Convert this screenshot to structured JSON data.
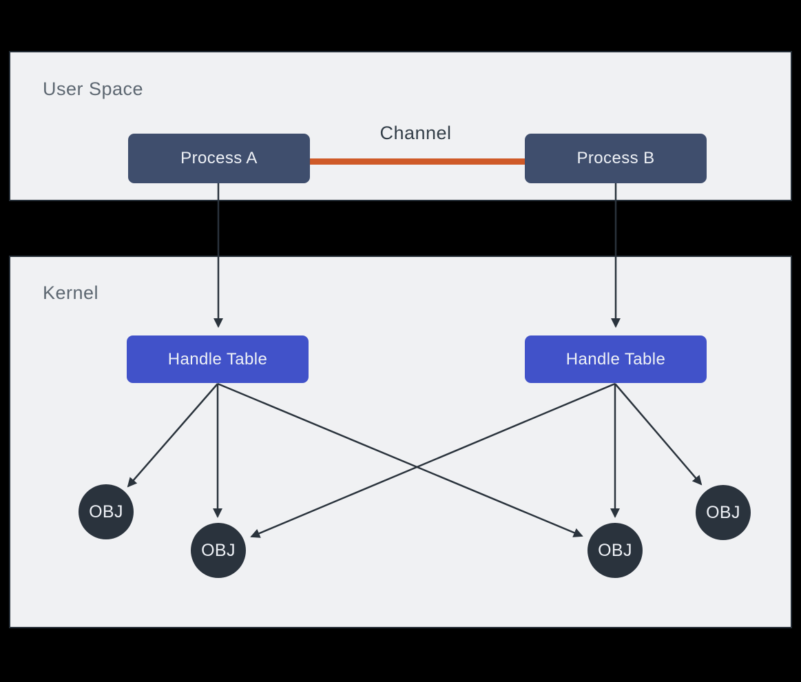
{
  "panels": {
    "user_space": {
      "label": "User Space"
    },
    "kernel": {
      "label": "Kernel"
    }
  },
  "channel": {
    "label": "Channel"
  },
  "nodes": {
    "process_a": {
      "label": "Process A"
    },
    "process_b": {
      "label": "Process B"
    },
    "handle_table_left": {
      "label": "Handle Table"
    },
    "handle_table_right": {
      "label": "Handle Table"
    },
    "obj_1": {
      "label": "OBJ"
    },
    "obj_2": {
      "label": "OBJ"
    },
    "obj_3": {
      "label": "OBJ"
    },
    "obj_4": {
      "label": "OBJ"
    }
  },
  "edges": [
    {
      "from": "process_a",
      "to": "process_b",
      "type": "channel-link"
    },
    {
      "from": "process_a",
      "to": "handle_table_left",
      "type": "arrow"
    },
    {
      "from": "process_b",
      "to": "handle_table_right",
      "type": "arrow"
    },
    {
      "from": "handle_table_left",
      "to": "obj_1",
      "type": "arrow"
    },
    {
      "from": "handle_table_left",
      "to": "obj_2",
      "type": "arrow"
    },
    {
      "from": "handle_table_left",
      "to": "obj_3",
      "type": "arrow"
    },
    {
      "from": "handle_table_right",
      "to": "obj_2",
      "type": "arrow"
    },
    {
      "from": "handle_table_right",
      "to": "obj_3",
      "type": "arrow"
    },
    {
      "from": "handle_table_right",
      "to": "obj_4",
      "type": "arrow"
    }
  ],
  "colors": {
    "background": "#000000",
    "panel_fill": "#f0f1f3",
    "panel_border": "#262f38",
    "process_box": "#3f4e6d",
    "handle_table_box": "#4152c9",
    "obj_circle": "#2a333d",
    "arrow": "#2a333c",
    "channel_line": "#cf5a28",
    "panel_label_text": "#5d6771",
    "channel_label_text": "#333e48",
    "node_text": "#eef1f6"
  }
}
